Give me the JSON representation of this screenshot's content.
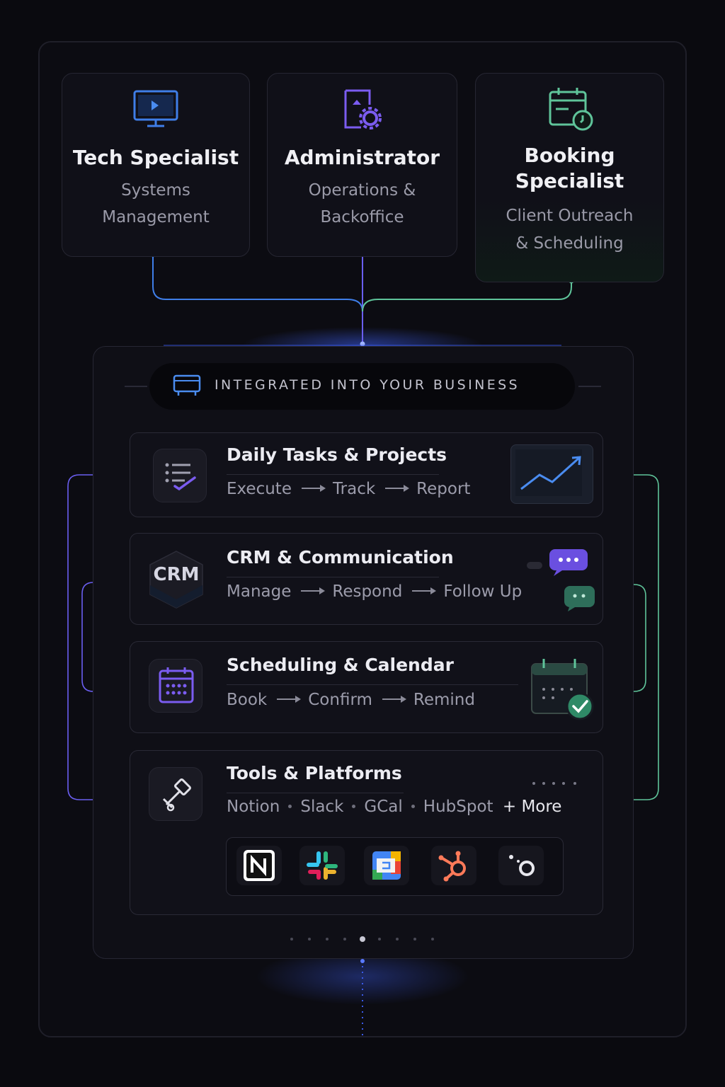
{
  "roles": [
    {
      "title": "Tech Specialist",
      "subtitle_1": "Systems",
      "subtitle_2": "Management",
      "icon": "monitor-icon",
      "color": "#4a8cf0"
    },
    {
      "title": "Administrator",
      "subtitle_1": "Operations &",
      "subtitle_2": "Backoffice",
      "icon": "document-gear-icon",
      "color": "#7b5cf0"
    },
    {
      "title_1": "Booking",
      "title_2": "Specialist",
      "subtitle_1": "Client Outreach",
      "subtitle_2": "& Scheduling",
      "icon": "calendar-clock-icon",
      "color": "#5fc49a"
    }
  ],
  "header": {
    "label": "INTEGRATED INTO YOUR BUSINESS",
    "icon": "window-icon"
  },
  "rows": [
    {
      "title": "Daily Tasks & Projects",
      "steps": [
        "Execute",
        "Track",
        "Report"
      ],
      "icon": "task-list-icon",
      "badge": "trend-chart-icon"
    },
    {
      "title": "CRM & Communication",
      "steps": [
        "Manage",
        "Respond",
        "Follow Up"
      ],
      "icon_text": "CRM",
      "icon": "crm-badge-icon",
      "badge": "chat-bubbles-icon"
    },
    {
      "title": "Scheduling & Calendar",
      "steps": [
        "Book",
        "Confirm",
        "Remind"
      ],
      "icon": "calendar-icon",
      "badge": "calendar-check-icon"
    },
    {
      "title": "Tools & Platforms",
      "tools": [
        "Notion",
        "Slack",
        "GCal",
        "HubSpot"
      ],
      "more": "+ More",
      "icon": "tools-icon"
    }
  ],
  "tool_logos": [
    "notion-icon",
    "slack-icon",
    "gcal-icon",
    "hubspot-icon",
    "more-tools-icon"
  ],
  "colors": {
    "blue": "#4a8cf0",
    "purple": "#7b5cf0",
    "green": "#5fc49a",
    "background": "#0a0a0f"
  }
}
